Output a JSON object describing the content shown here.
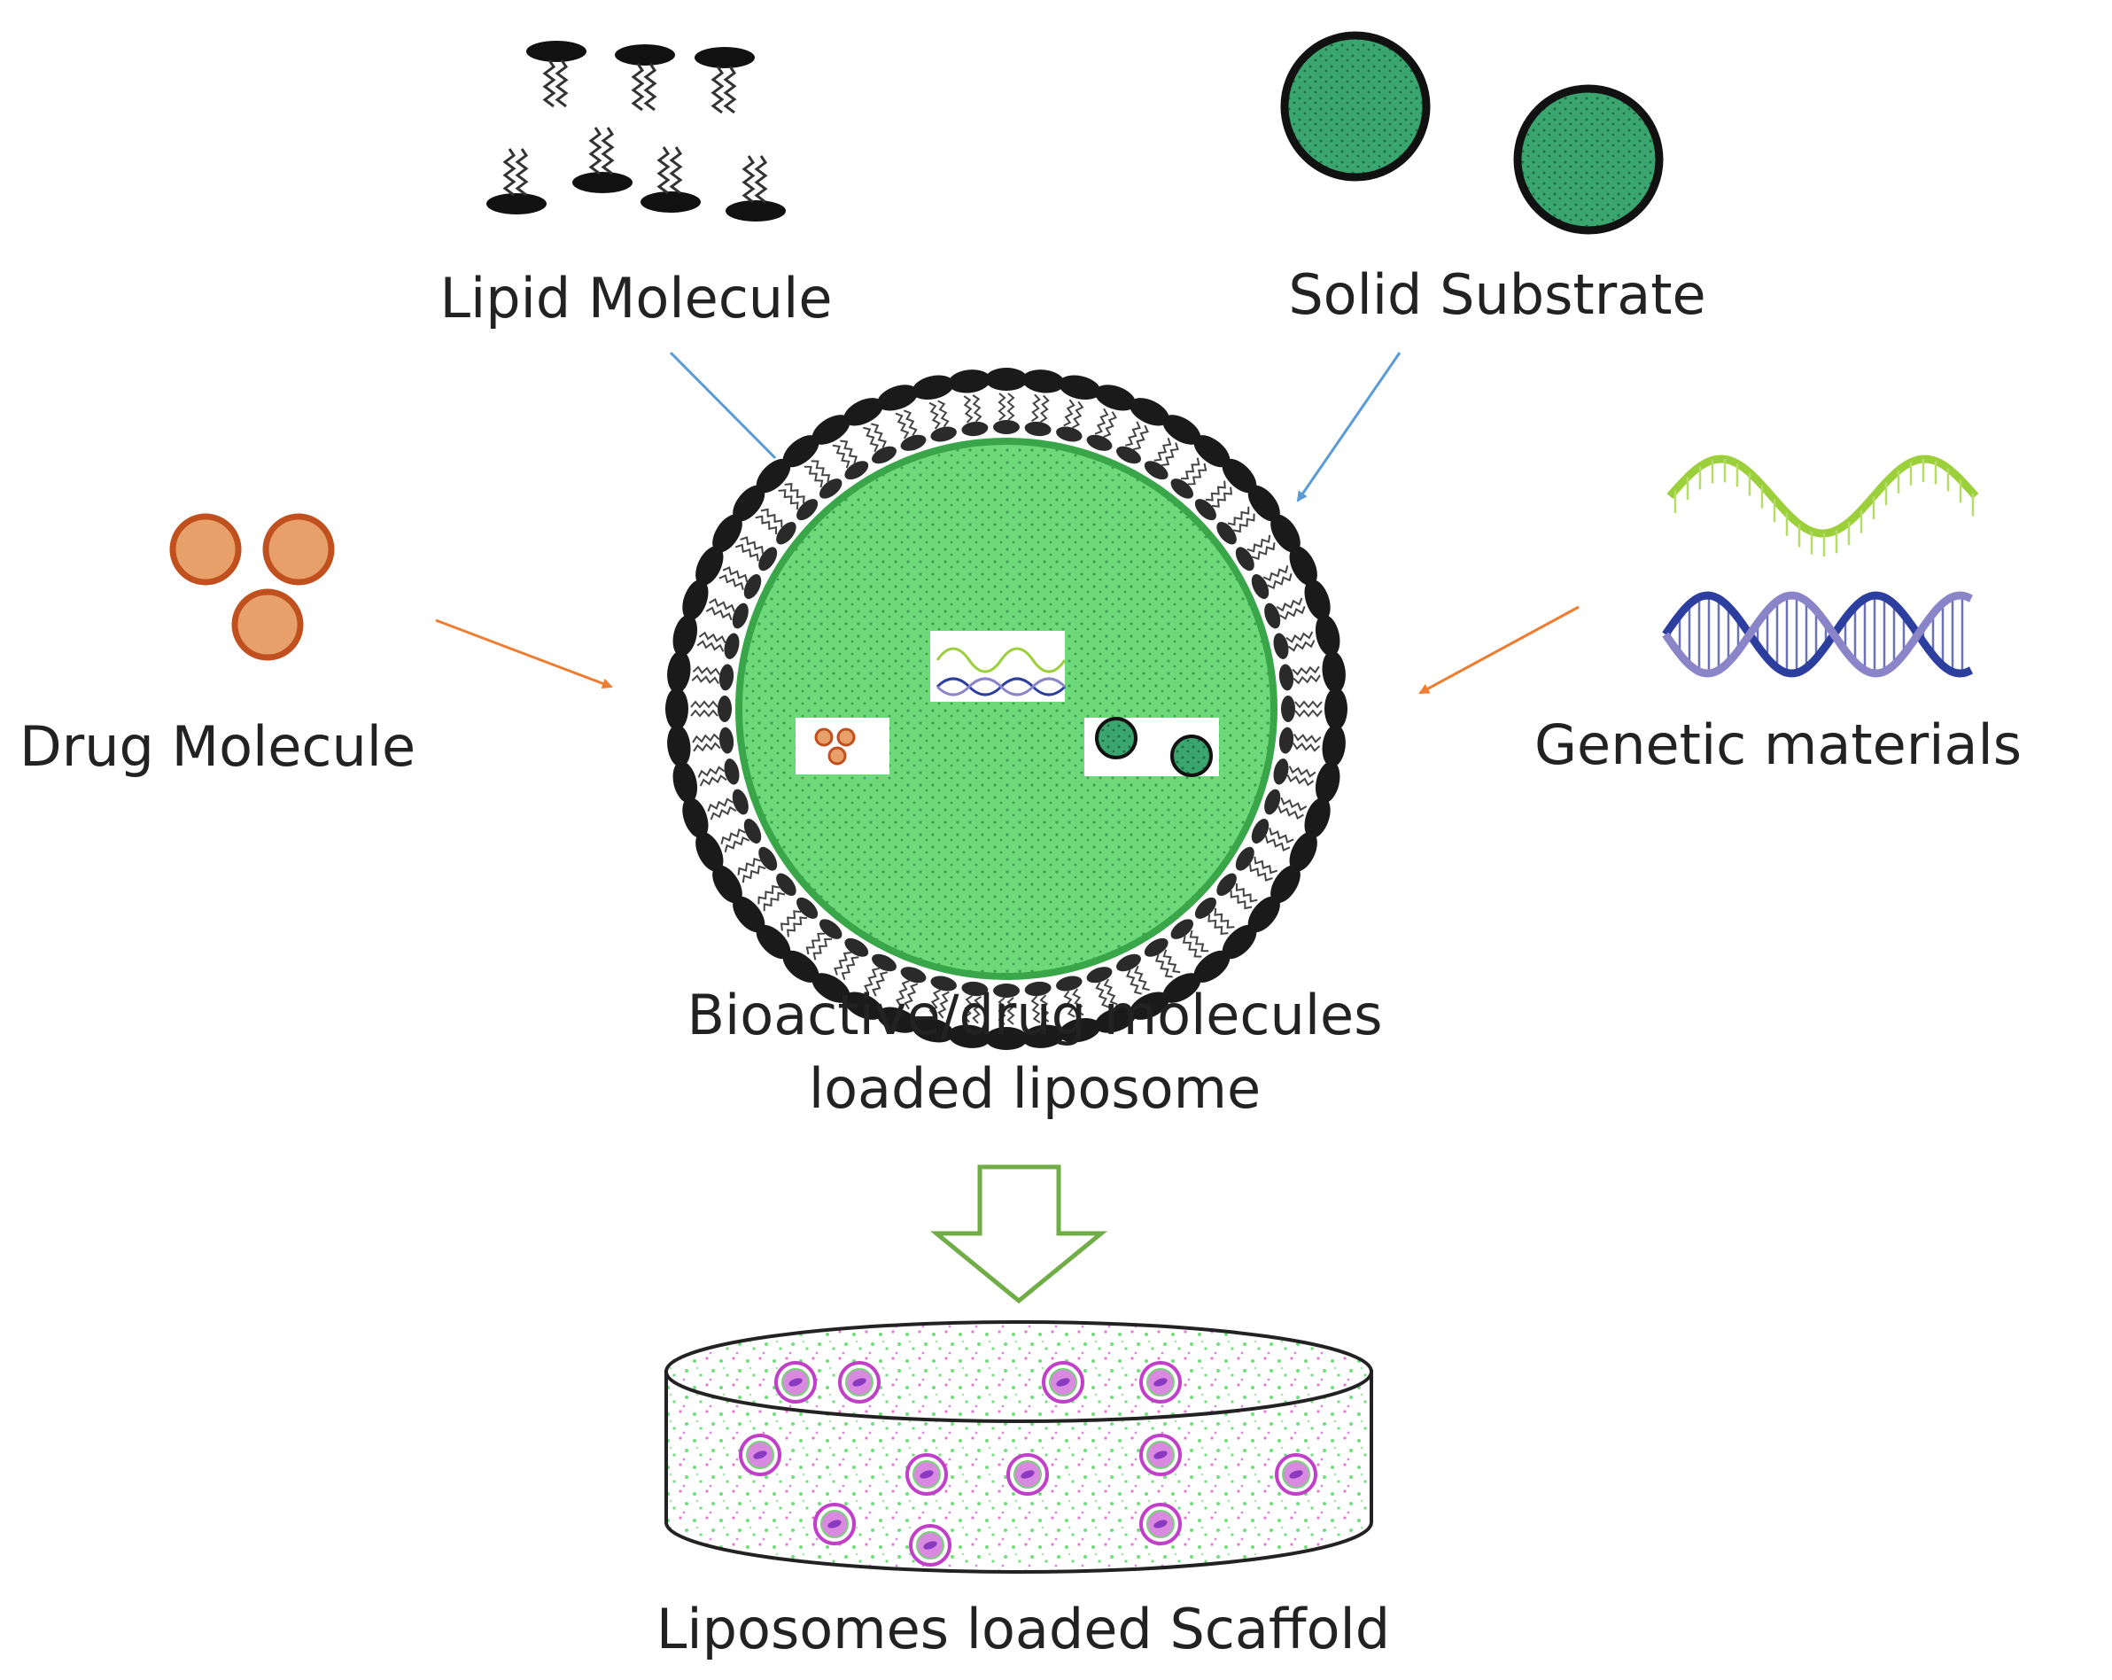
{
  "labels": {
    "lipid": "Lipid Molecule",
    "solid": "Solid Substrate",
    "drug": "Drug Molecule",
    "genetic": "Genetic materials",
    "liposome_line1": "Bioactive/drug molecules",
    "liposome_line2": "loaded liposome",
    "scaffold": "Liposomes loaded Scaffold"
  },
  "colors": {
    "arrow_blue": "#5b9bd5",
    "arrow_orange": "#ed7d31",
    "hollow_arrow": "#70ad47",
    "liposome_core": "#5fd06a",
    "solid_particle": "#3aa56e",
    "drug_particle": "#e07a3a",
    "dna_light": "#9bd03b",
    "dna_dark": "#2c3e9e",
    "scaffold_liposome": "#c040c8"
  },
  "icons": [
    "lipid-molecule-icon",
    "solid-particle-icon",
    "drug-particle-icon",
    "rna-strand-icon",
    "dna-helix-icon",
    "liposome-icon",
    "scaffold-icon"
  ]
}
